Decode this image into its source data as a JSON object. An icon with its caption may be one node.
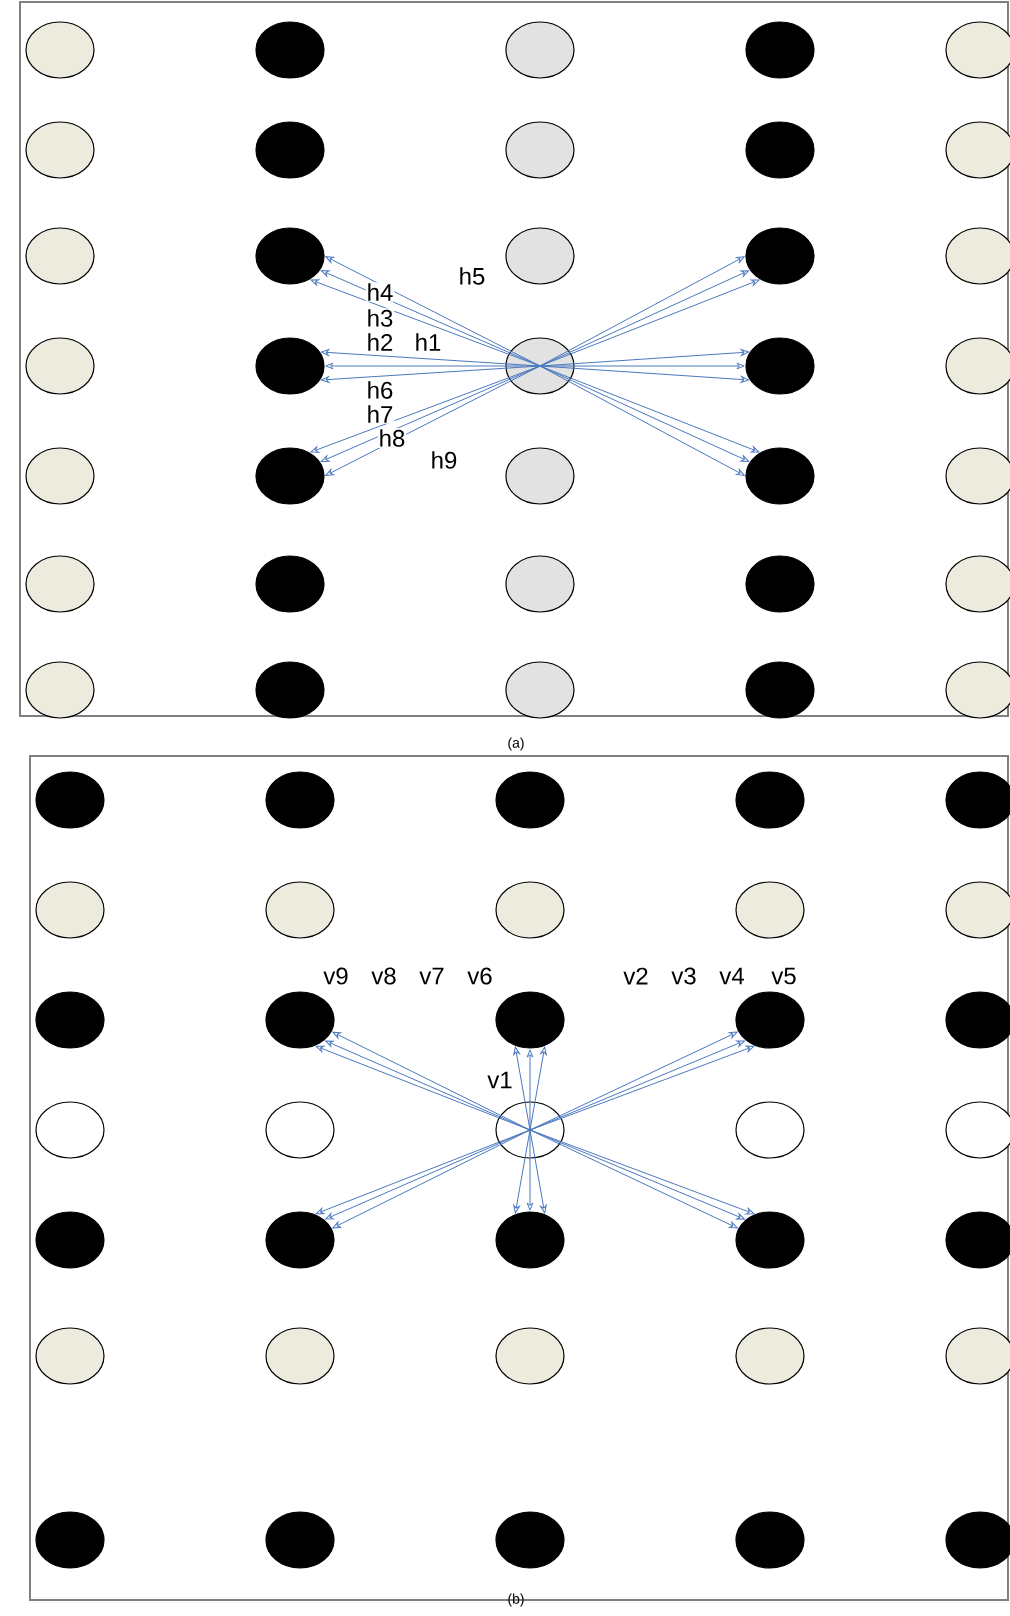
{
  "diagram": {
    "nodes": [
      {
        "text": [
          "(a)"
        ]
      },
      {
        "text": [],
        "shape": "circle",
        "in": 0
      },
      {
        "text": [],
        "shape": "circle",
        "in": 0
      },
      {
        "text": [],
        "shape": "circle",
        "in": 0
      },
      {
        "text": [],
        "shape": "circle",
        "in": 0
      },
      {
        "text": [],
        "shape": "circle",
        "in": 0
      },
      {
        "text": [],
        "shape": "circle",
        "in": 0
      },
      {
        "text": [],
        "shape": "circle",
        "in": 0
      },
      {
        "text": [],
        "shape": "circle",
        "in": 0
      },
      {
        "text": [],
        "shape": "circle",
        "in": 0
      },
      {
        "text": [],
        "shape": "circle",
        "in": 0
      },
      {
        "text": [],
        "shape": "circle",
        "in": 0
      },
      {
        "text": [],
        "shape": "circle",
        "in": 0
      },
      {
        "text": [],
        "shape": "circle",
        "in": 0
      },
      {
        "text": [],
        "shape": "circle",
        "in": 0
      },
      {
        "text": [],
        "shape": "circle",
        "in": 0
      },
      {
        "text": [],
        "shape": "circle",
        "in": 0
      },
      {
        "text": [],
        "shape": "circle",
        "in": 0
      },
      {
        "text": [],
        "shape": "circle",
        "in": 0
      },
      {
        "text": [],
        "shape": "circle",
        "in": 0
      },
      {
        "text": [],
        "shape": "circle",
        "in": 0
      },
      {
        "text": [],
        "shape": "circle",
        "in": 0
      },
      {
        "text": [],
        "shape": "circle",
        "in": 0
      },
      {
        "text": [],
        "shape": "circle",
        "in": 0
      },
      {
        "text": [],
        "shape": "circle",
        "in": 0
      },
      {
        "text": [],
        "shape": "circle",
        "in": 0
      },
      {
        "text": [],
        "shape": "circle",
        "in": 0
      },
      {
        "text": [],
        "shape": "circle",
        "in": 0
      },
      {
        "text": [],
        "shape": "circle",
        "in": 0
      },
      {
        "text": [],
        "shape": "circle",
        "in": 0
      },
      {
        "text": [],
        "shape": "circle",
        "in": 0
      },
      {
        "text": [],
        "shape": "circle",
        "in": 0
      },
      {
        "text": [],
        "shape": "circle",
        "in": 0
      },
      {
        "text": [],
        "shape": "circle",
        "in": 0
      },
      {
        "text": [],
        "shape": "circle",
        "in": 0
      },
      {
        "text": [],
        "shape": "circle",
        "in": 0
      },
      {
        "text": [
          "(b)"
        ]
      },
      {
        "text": [],
        "shape": "circle",
        "in": 36
      },
      {
        "text": [],
        "shape": "circle",
        "in": 36
      },
      {
        "text": [],
        "shape": "circle",
        "in": 36
      },
      {
        "text": [],
        "shape": "circle",
        "in": 36
      },
      {
        "text": [],
        "shape": "circle",
        "in": 36
      },
      {
        "text": [],
        "shape": "circle",
        "in": 36
      },
      {
        "text": [],
        "shape": "circle",
        "in": 36
      },
      {
        "text": [],
        "shape": "circle",
        "in": 36
      },
      {
        "text": [],
        "shape": "circle",
        "in": 36
      },
      {
        "text": [],
        "shape": "circle",
        "in": 36
      },
      {
        "text": [],
        "shape": "circle",
        "in": 36
      },
      {
        "text": [],
        "shape": "circle",
        "in": 36
      },
      {
        "text": [],
        "shape": "circle",
        "in": 36
      },
      {
        "text": [],
        "shape": "circle",
        "in": 36
      },
      {
        "text": [],
        "shape": "circle",
        "in": 36
      },
      {
        "text": [],
        "shape": "circle",
        "in": 36
      },
      {
        "text": [],
        "shape": "circle",
        "in": 36
      },
      {
        "text": [],
        "shape": "circle",
        "in": 36
      },
      {
        "text": [],
        "shape": "circle",
        "in": 36
      },
      {
        "text": [],
        "shape": "circle",
        "in": 36
      },
      {
        "text": [],
        "shape": "circle",
        "in": 36
      },
      {
        "text": [],
        "shape": "circle",
        "in": 36
      },
      {
        "text": [],
        "shape": "circle",
        "in": 36
      },
      {
        "text": [],
        "shape": "circle",
        "in": 36
      },
      {
        "text": [],
        "shape": "circle",
        "in": 36
      },
      {
        "text": [],
        "shape": "circle",
        "in": 36
      },
      {
        "text": [],
        "shape": "circle",
        "in": 36
      },
      {
        "text": [],
        "shape": "circle",
        "in": 36
      },
      {
        "text": [],
        "shape": "circle",
        "in": 36
      },
      {
        "text": [],
        "shape": "circle",
        "in": 36
      },
      {
        "text": [],
        "shape": "circle",
        "in": 36
      },
      {
        "text": [],
        "shape": "circle",
        "in": 36
      },
      {
        "text": [],
        "shape": "circle",
        "in": 36
      },
      {
        "text": [],
        "shape": "circle",
        "in": 36
      },
      {
        "text": [],
        "shape": "circle",
        "in": 36
      }
    ],
    "edges": [
      {
        "from": 18,
        "to": 12,
        "arrow": "to"
      },
      {
        "from": 18,
        "to": 12,
        "arrow": "to"
      },
      {
        "from": 18,
        "to": 12,
        "arrow": "to"
      },
      {
        "from": 18,
        "to": 17,
        "arrow": "to"
      },
      {
        "from": 18,
        "to": 17,
        "arrow": "to"
      },
      {
        "from": 18,
        "to": 17,
        "arrow": "to"
      },
      {
        "from": 18,
        "to": 22,
        "arrow": "to"
      },
      {
        "from": 18,
        "to": 22,
        "arrow": "to"
      },
      {
        "from": 18,
        "to": 22,
        "arrow": "to"
      },
      {
        "from": 18,
        "to": 14,
        "arrow": "to"
      },
      {
        "from": 18,
        "to": 14,
        "arrow": "to"
      },
      {
        "from": 18,
        "to": 14,
        "arrow": "to"
      },
      {
        "from": 18,
        "to": 19,
        "arrow": "to"
      },
      {
        "from": 18,
        "to": 19,
        "arrow": "to"
      },
      {
        "from": 18,
        "to": 19,
        "arrow": "to"
      },
      {
        "from": 18,
        "to": 24,
        "arrow": "to"
      },
      {
        "from": 18,
        "to": 24,
        "arrow": "to"
      },
      {
        "from": 18,
        "to": 24,
        "arrow": "to"
      },
      {
        "from": 54,
        "to": 48,
        "arrow": "to"
      },
      {
        "from": 54,
        "to": 48,
        "arrow": "to"
      },
      {
        "from": 54,
        "to": 48,
        "arrow": "to"
      },
      {
        "from": 54,
        "to": 49,
        "arrow": "to"
      },
      {
        "from": 54,
        "to": 49,
        "arrow": "to"
      },
      {
        "from": 54,
        "to": 49,
        "arrow": "to"
      },
      {
        "from": 54,
        "to": 50,
        "arrow": "to"
      },
      {
        "from": 54,
        "to": 50,
        "arrow": "to"
      },
      {
        "from": 54,
        "to": 50,
        "arrow": "to"
      },
      {
        "from": 54,
        "to": 58,
        "arrow": "to"
      },
      {
        "from": 54,
        "to": 58,
        "arrow": "to"
      },
      {
        "from": 54,
        "to": 58,
        "arrow": "to"
      },
      {
        "from": 54,
        "to": 59,
        "arrow": "to"
      },
      {
        "from": 54,
        "to": 59,
        "arrow": "to"
      },
      {
        "from": 54,
        "to": 59,
        "arrow": "to"
      },
      {
        "from": 54,
        "to": 60,
        "arrow": "to"
      },
      {
        "from": 54,
        "to": 60,
        "arrow": "to"
      },
      {
        "from": 54,
        "to": 60,
        "arrow": "to"
      }
    ],
    "labels": [
      "h5",
      "h4",
      "h3",
      "h2",
      "h1",
      "h6",
      "h7",
      "h8",
      "h9",
      "v9",
      "v8",
      "v7",
      "v6",
      "v2",
      "v3",
      "v4",
      "v5",
      "v1"
    ]
  }
}
